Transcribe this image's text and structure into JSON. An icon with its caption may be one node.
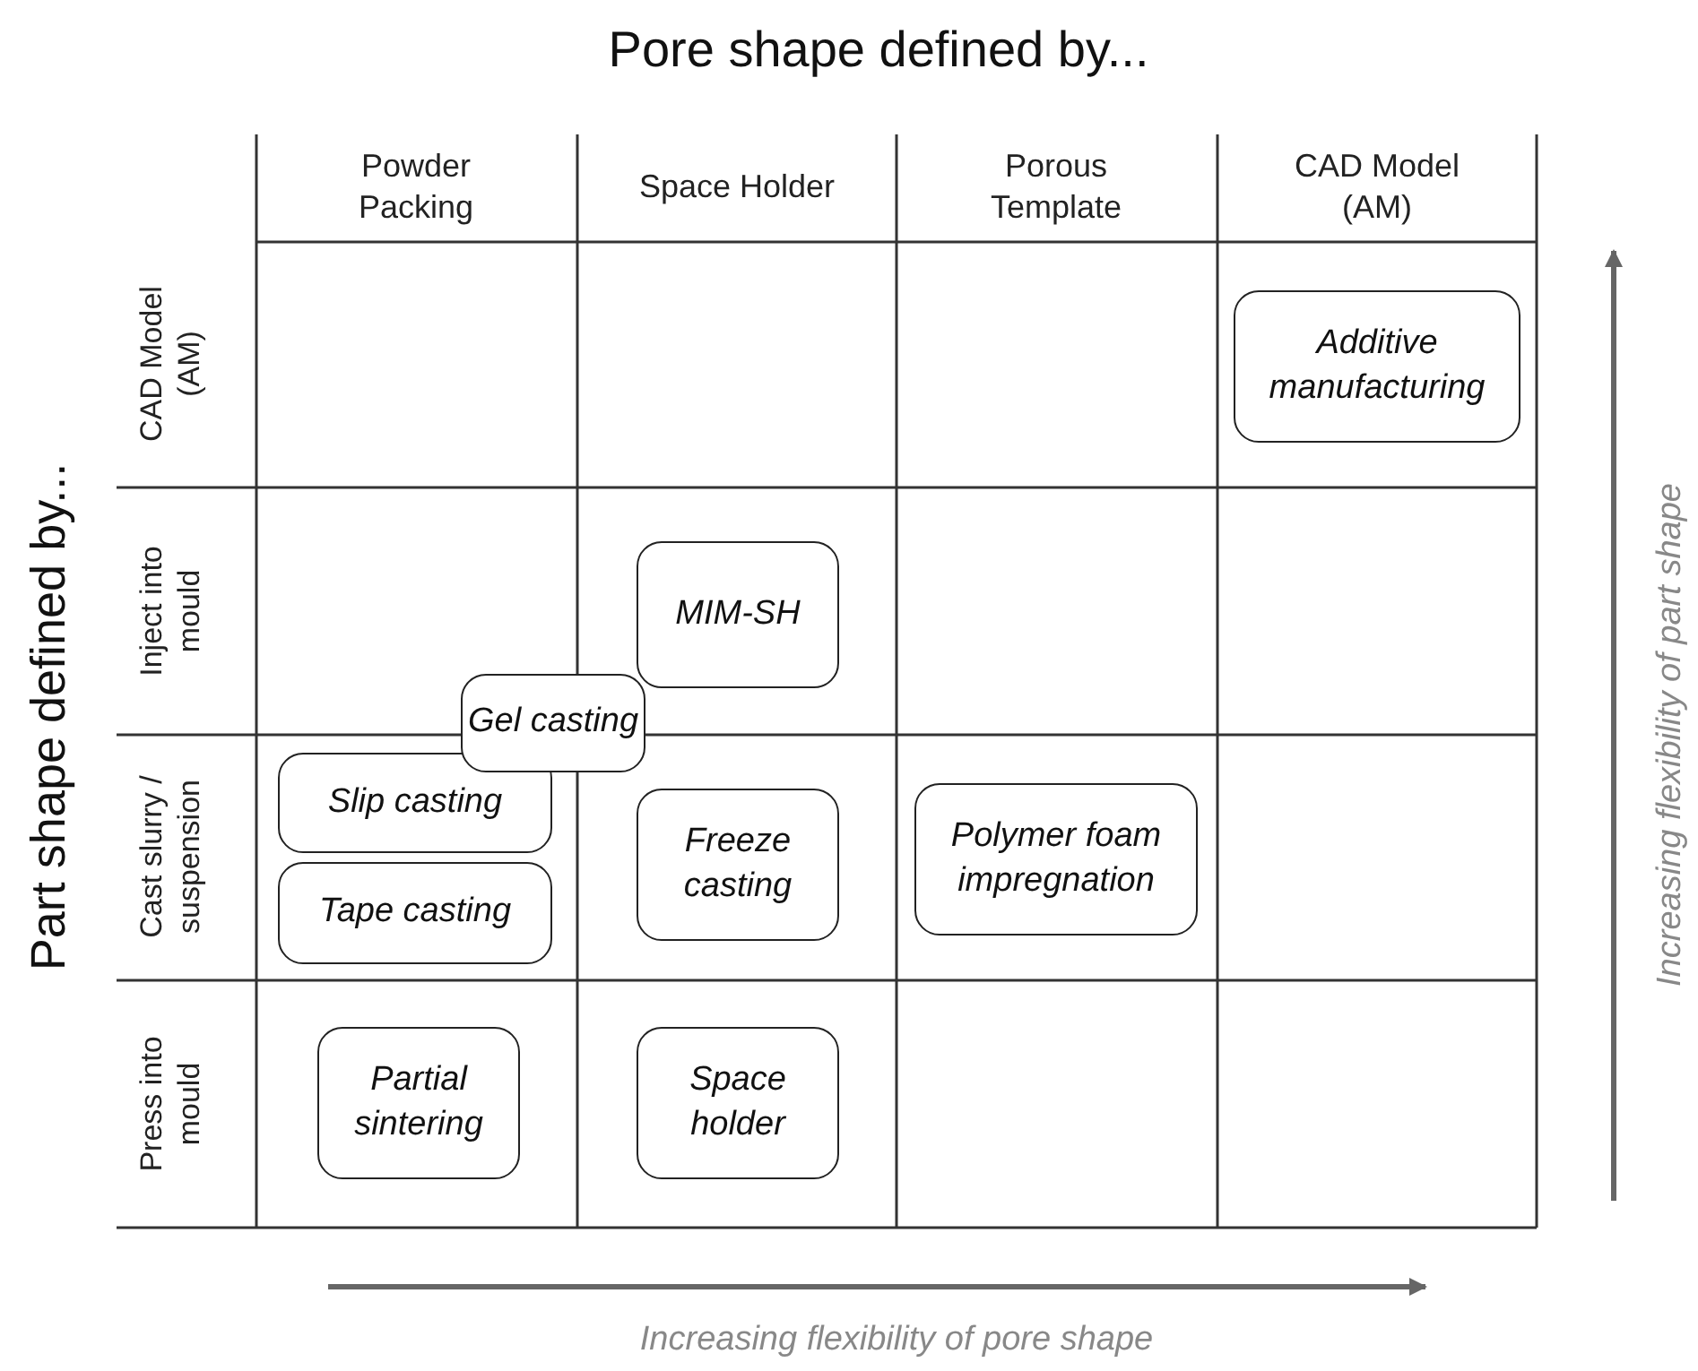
{
  "diagram": {
    "title": "Pore shape defined by...",
    "nodes": [
      {
        "text": [
          "Additive manufacturing"
        ]
      },
      {
        "text": [
          "MIM-SH"
        ]
      },
      {
        "text": [
          "Gel casting"
        ]
      },
      {
        "text": [
          "Slip casting"
        ]
      },
      {
        "text": [
          "Freeze casting"
        ]
      },
      {
        "text": [
          "Polymer foam impregnation"
        ]
      },
      {
        "text": [
          "Tape casting"
        ]
      },
      {
        "text": [
          "Partial sintering"
        ]
      },
      {
        "text": [
          "Space holder"
        ]
      }
    ],
    "labels": [
      "Powder Packing",
      "Space Holder",
      "Porous Template",
      "CAD Model (AM)",
      "Part shape defined by...",
      "CAD Model (AM)",
      "Inject into mould",
      "Cast slurry / suspension",
      "Press into mould",
      "Increasing flexibility of part shape",
      "Increasing flexibility of pore shape"
    ]
  }
}
